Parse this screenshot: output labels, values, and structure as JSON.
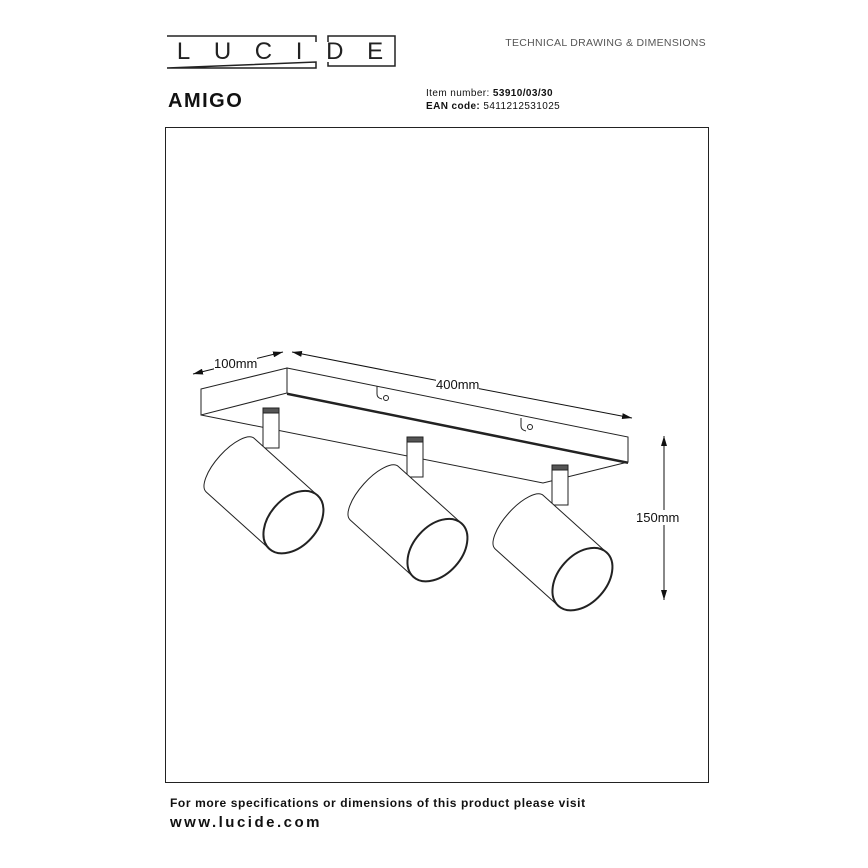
{
  "header": {
    "brand_logo": "LUCIDE",
    "subtitle": "TECHNICAL DRAWING & DIMENSIONS"
  },
  "product": {
    "name": "AMIGO",
    "item_label": "Item number:",
    "item_number": "53910/03/30",
    "ean_label": "EAN code:",
    "ean_code": "5411212531025"
  },
  "dimensions": {
    "depth": "100mm",
    "length": "400mm",
    "height": "150mm"
  },
  "footer": {
    "line1": "For more specifications or dimensions of this product please visit",
    "url": "www.lucide.com"
  }
}
